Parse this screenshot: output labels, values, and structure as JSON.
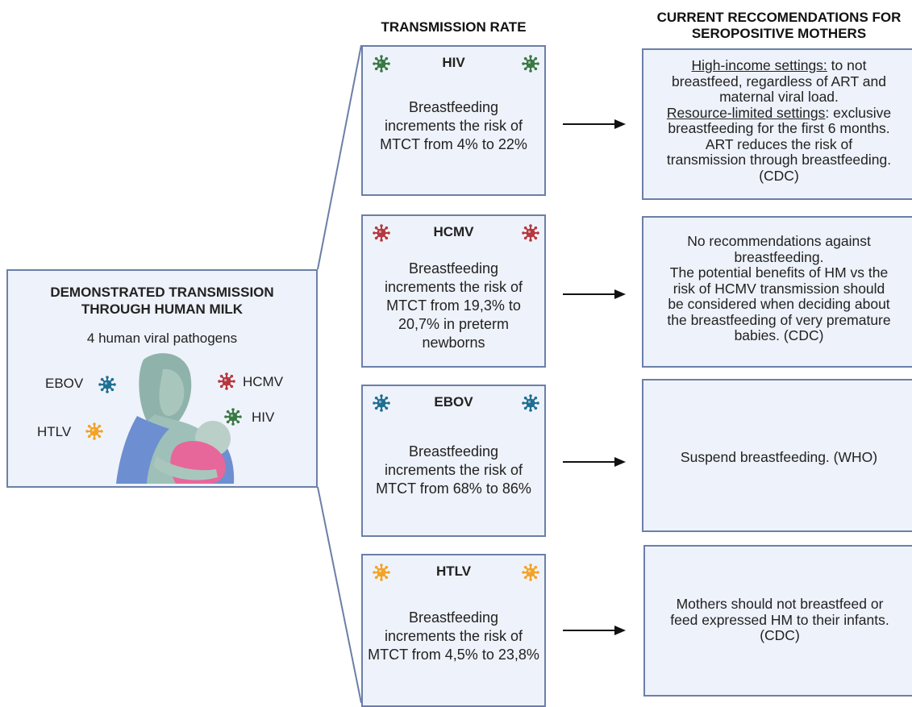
{
  "headers": {
    "transmission": "TRANSMISSION RATE",
    "recommendations_line1": "CURRENT RECCOMENDATIONS FOR",
    "recommendations_line2": "SEROPOSITIVE MOTHERS"
  },
  "left_panel": {
    "title_line1": "DEMONSTRATED TRANSMISSION",
    "title_line2": "THROUGH HUMAN MILK",
    "subtitle": "4 human viral pathogens",
    "pathogens": [
      "EBOV",
      "HCMV",
      "HIV",
      "HTLV"
    ]
  },
  "colors": {
    "HIV": "#3a7a45",
    "HCMV": "#b6373f",
    "EBOV": "#1f6f93",
    "HTLV": "#f3a326",
    "box_fill": "#eef2fa",
    "box_border": "#6b7fa8"
  },
  "viruses": [
    {
      "name": "HIV",
      "rate_lines": [
        "Breastfeeding",
        "increments the risk of",
        "MTCT from 4% to 22%"
      ],
      "reco_lines": [
        {
          "text": "High-income settings:",
          "u": true,
          "rest": " to   not"
        },
        {
          "text": "breastfeed, regardless of ART and"
        },
        {
          "text": "maternal viral load."
        },
        {
          "text": "Resource-limited settings",
          "u": true,
          "rest": ":  exclusive"
        },
        {
          "text": "breastfeeding for the first 6 months."
        },
        {
          "text": "ART reduces the risk of"
        },
        {
          "text": "transmission through breastfeeding."
        },
        {
          "text": "(CDC)"
        }
      ]
    },
    {
      "name": "HCMV",
      "rate_lines": [
        "Breastfeeding",
        "increments the risk of",
        "MTCT from 19,3% to",
        "20,7% in preterm",
        "newborns"
      ],
      "reco_lines": [
        {
          "text": "No recommendations against"
        },
        {
          "text": "breastfeeding."
        },
        {
          "text": "The potential benefits of HM vs the"
        },
        {
          "text": "risk of  HCMV transmission should"
        },
        {
          "text": "be considered when deciding about"
        },
        {
          "text": "the breastfeeding of very premature"
        },
        {
          "text": "babies. (CDC)"
        }
      ]
    },
    {
      "name": "EBOV",
      "rate_lines": [
        "Breastfeeding",
        "increments the risk of",
        "MTCT from 68% to 86%"
      ],
      "reco_lines": [
        {
          "text": "Suspend breastfeeding. (WHO)"
        }
      ]
    },
    {
      "name": "HTLV",
      "rate_lines": [
        "Breastfeeding",
        "increments the risk of",
        "MTCT from 4,5% to 23,8%"
      ],
      "reco_lines": [
        {
          "text": "Mothers should not breastfeed or"
        },
        {
          "text": "feed expressed HM to their infants."
        },
        {
          "text": "(CDC)"
        }
      ]
    }
  ]
}
